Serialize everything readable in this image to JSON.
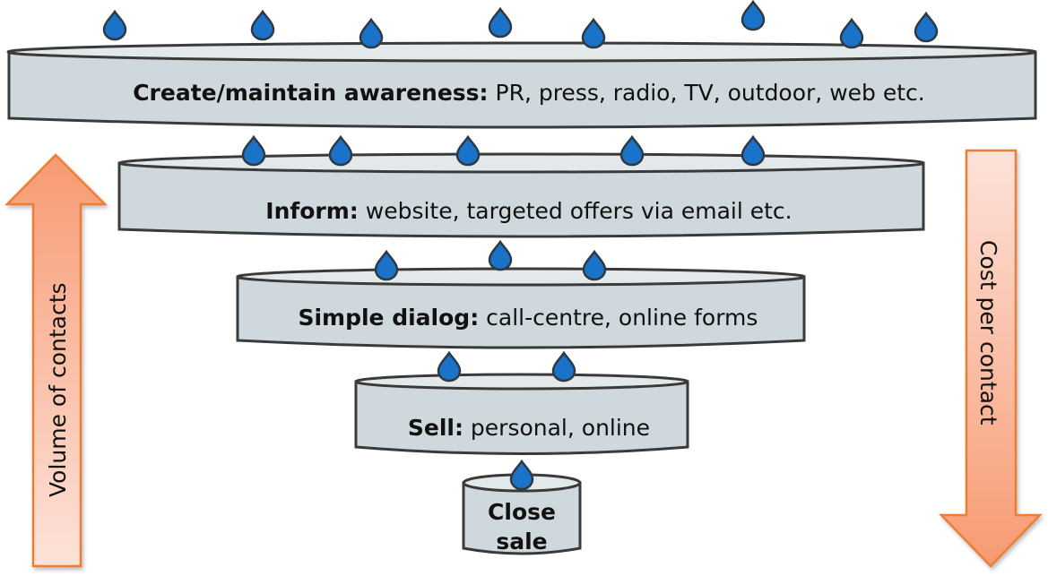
{
  "diagram": {
    "type": "marketing-funnel",
    "levels": [
      {
        "title": "Create/maintain awareness:",
        "detail": " PR, press, radio, TV, outdoor, web etc.",
        "drops": 8
      },
      {
        "title": "Inform:",
        "detail": " website, targeted offers via email etc.",
        "drops": 5
      },
      {
        "title": "Simple dialog:",
        "detail": " call-centre, online forms",
        "drops": 3
      },
      {
        "title": "Sell:",
        "detail": " personal, online",
        "drops": 2
      },
      {
        "title_line1": "Close",
        "title_line2": "sale",
        "drops": 1
      }
    ],
    "left_arrow": {
      "label": "Volume of contacts",
      "direction": "up"
    },
    "right_arrow": {
      "label": "Cost per contact",
      "direction": "down"
    },
    "colors": {
      "cylinder_fill": "#cfd8dc",
      "cylinder_top": "#e3e8ea",
      "outline": "#3a3a3a",
      "drop": "#1a73c9",
      "arrow_stroke": "#ed7d31",
      "arrow_fill_dark": "#f7a07a",
      "arrow_fill_light": "#fde0d6"
    }
  }
}
